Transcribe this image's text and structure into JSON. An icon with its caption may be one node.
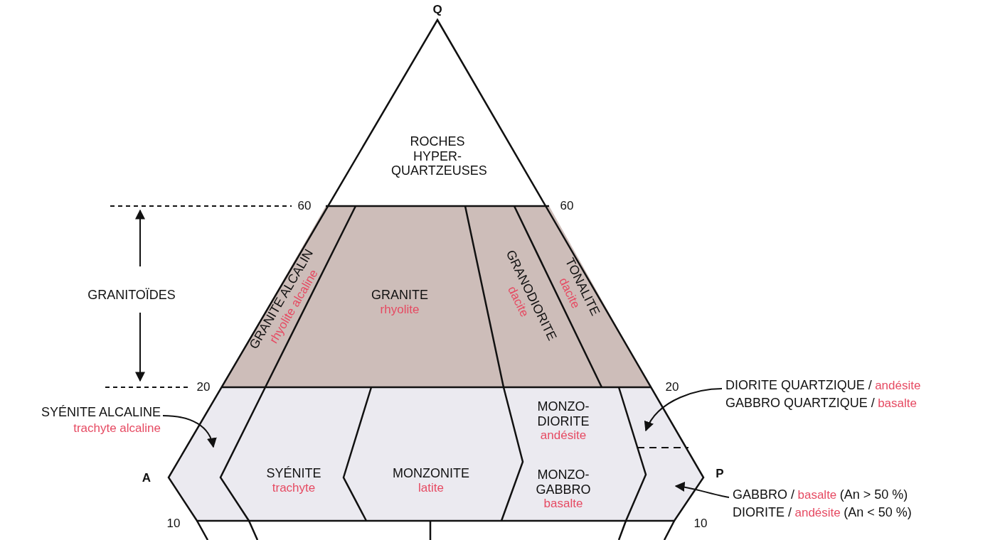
{
  "diagram": {
    "nodes": [
      {
        "text": [
          "ROCHES HYPER- QUARTZEUSES"
        ]
      },
      {
        "text": [
          "GRANITE ALCALIN",
          "rhyolite alcaline"
        ]
      },
      {
        "text": [
          "GRANITE",
          "rhyolite"
        ]
      },
      {
        "text": [
          "GRANODIORITE",
          "dacite"
        ]
      },
      {
        "text": [
          "TONALITE",
          "dacite"
        ]
      },
      {
        "text": [
          "DIORITE QUARTZIQUE /",
          "andésite",
          "GABBRO QUARTZIQUE /",
          "basalte"
        ]
      },
      {
        "text": [
          "SYÉNITE ALCALINE",
          "trachyte alcaline"
        ]
      },
      {
        "text": [],
        "shape": "box"
      },
      {
        "text": [
          "SYÉNITE",
          "trachyte"
        ]
      },
      {
        "text": [
          "MONZONITE",
          "latite"
        ]
      },
      {
        "text": [
          "MONZO- DIORITE",
          "andésite",
          "MONZO- GABBRO",
          "basalte"
        ]
      },
      {
        "text": [],
        "shape": "box"
      },
      {
        "text": [],
        "shape": "box"
      },
      {
        "text": [
          "GABBRO /",
          "basalte",
          "(An > 50 %)",
          "DIORITE /",
          "andésite",
          "(An < 50 %)"
        ]
      }
    ],
    "edges": [
      {
        "from": 5,
        "to": 11,
        "arrow": "to"
      },
      {
        "from": 6,
        "to": 7,
        "arrow": "to"
      },
      {
        "from": 13,
        "to": 12,
        "arrow": "to"
      }
    ],
    "labels": [
      "Q",
      "60",
      "60",
      "GRANITOÏDES",
      "20",
      "20",
      "A",
      "P",
      "10",
      "10"
    ]
  }
}
